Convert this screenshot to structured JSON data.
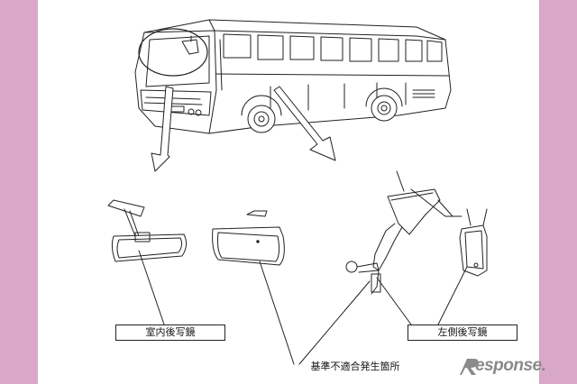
{
  "labels": {
    "interior_mirror": "室内後写鏡",
    "left_mirror": "左側後写鏡",
    "defect_location": "基準不適合発生箇所"
  },
  "logo": {
    "text": "esponse."
  },
  "colors": {
    "background": "#d9a7c7",
    "sheet": "#ffffff",
    "line": "#222222",
    "logo": "#8a8a8a"
  }
}
